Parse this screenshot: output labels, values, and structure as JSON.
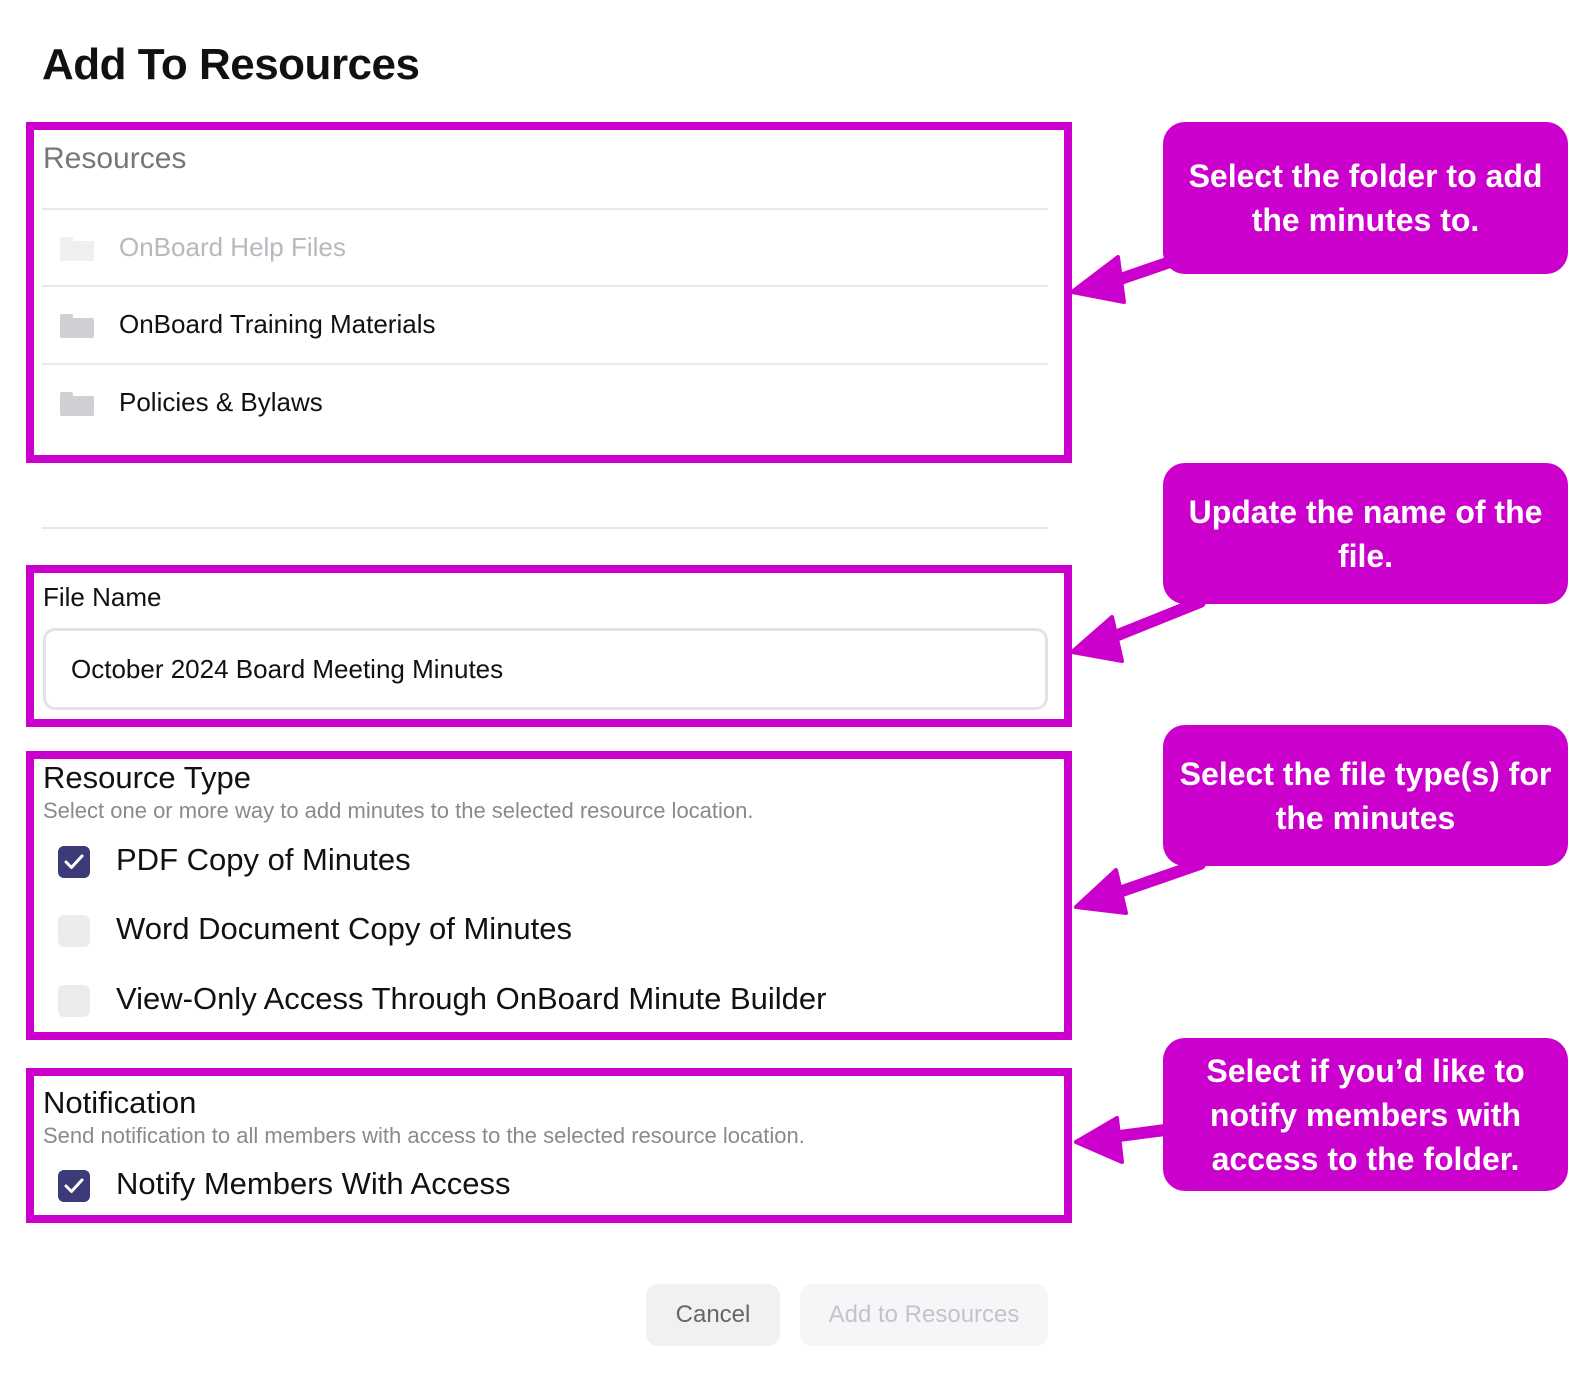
{
  "dialog": {
    "title": "Add To Resources"
  },
  "resources": {
    "label": "Resources",
    "folders": [
      {
        "label": "OnBoard Help Files",
        "state": "disabled"
      },
      {
        "label": "OnBoard Training Materials",
        "state": "enabled"
      },
      {
        "label": "Policies & Bylaws",
        "state": "enabled"
      }
    ]
  },
  "file_name": {
    "label": "File Name",
    "value": "October 2024 Board Meeting Minutes"
  },
  "resource_type": {
    "title": "Resource Type",
    "subtitle": "Select one or more way to add minutes to the selected resource location.",
    "options": [
      {
        "label": "PDF Copy of Minutes",
        "checked": true
      },
      {
        "label": "Word Document Copy of Minutes",
        "checked": false
      },
      {
        "label": "View-Only Access Through OnBoard Minute Builder",
        "checked": false
      }
    ]
  },
  "notification": {
    "title": "Notification",
    "subtitle": "Send notification to all members with access to the selected resource location.",
    "option": {
      "label": "Notify Members With Access",
      "checked": true
    }
  },
  "buttons": {
    "cancel": "Cancel",
    "add": "Add to Resources"
  },
  "callouts": {
    "folder": "Select the folder to add the minutes to.",
    "file_name": "Update the name of the file.",
    "file_type": "Select the file type(s) for the minutes",
    "notify": "Select if you’d like to notify members with access to the folder."
  },
  "colors": {
    "highlight": "#cc00cc",
    "checkbox_checked": "#3d3a78",
    "checkbox_unchecked": "#ececef"
  }
}
